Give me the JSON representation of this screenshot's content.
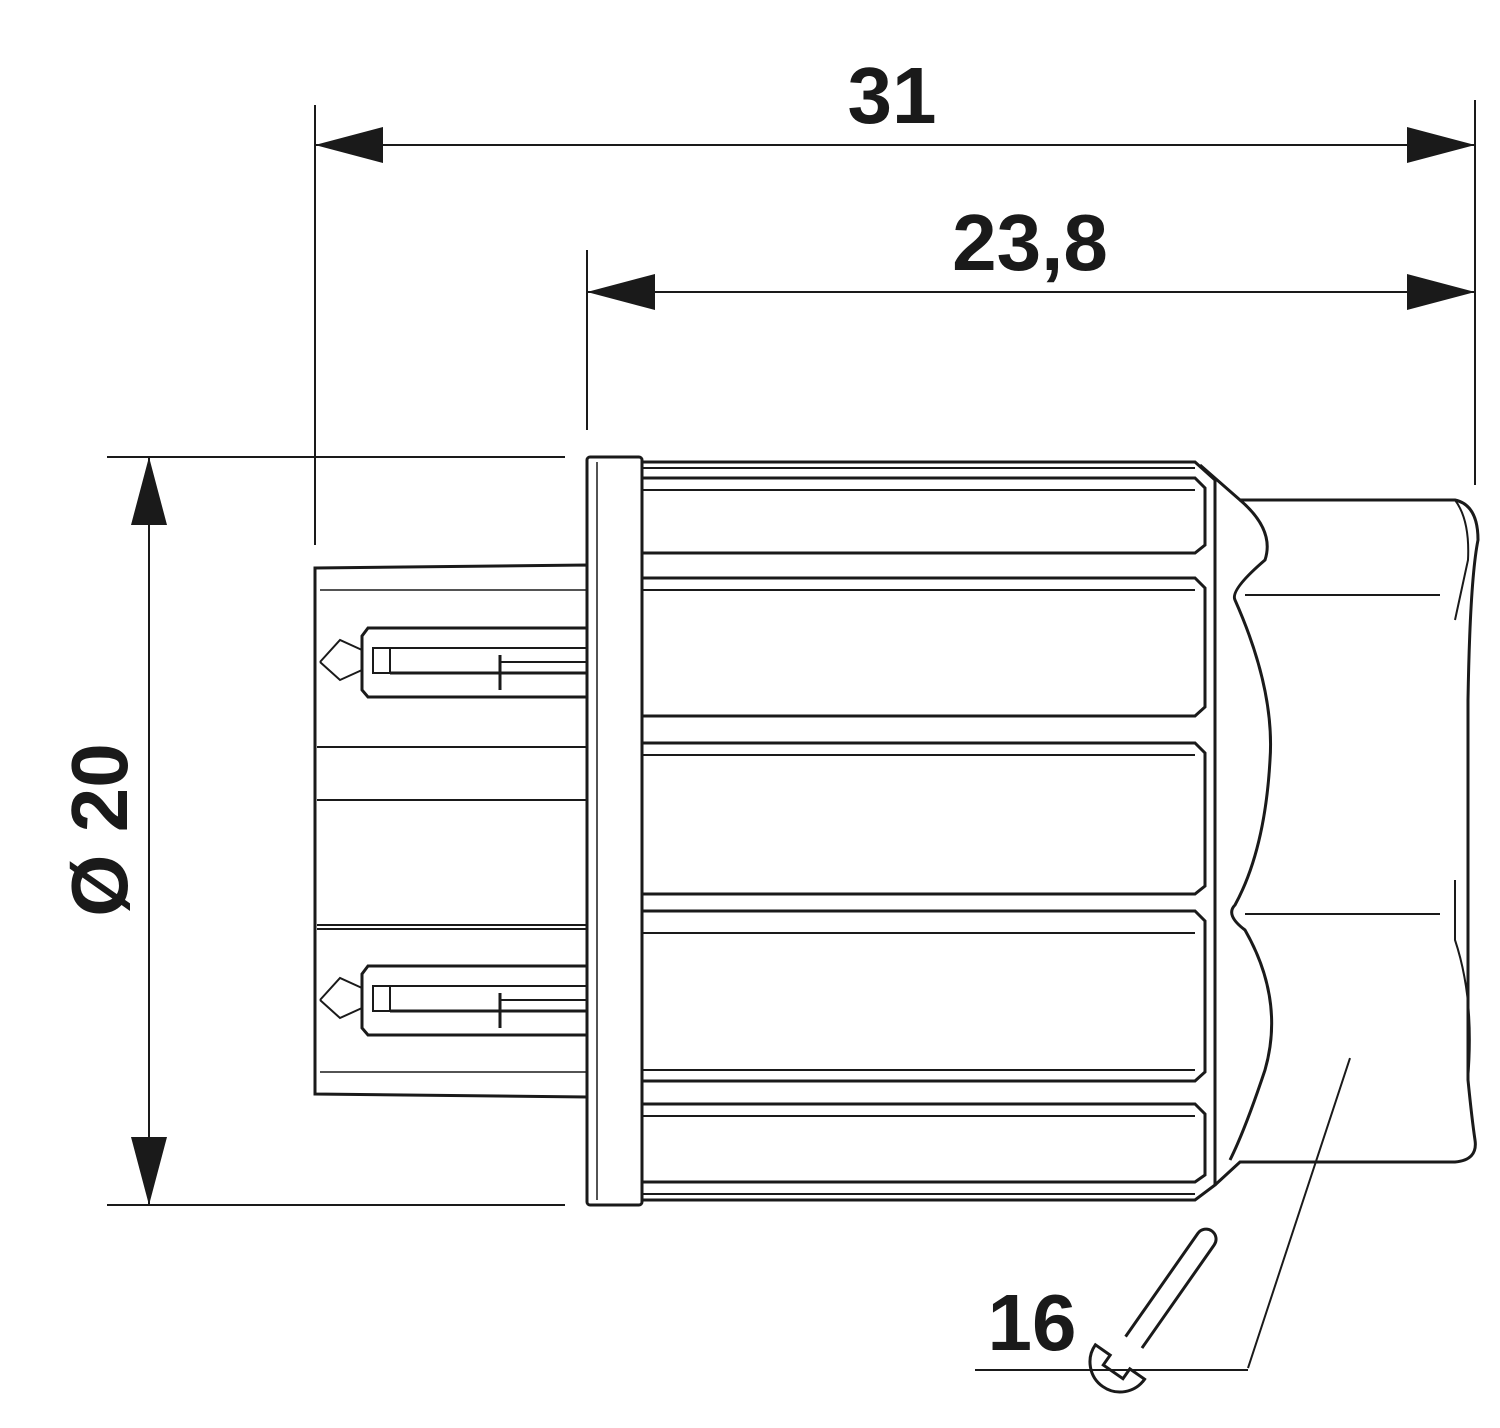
{
  "dimensions": {
    "overall_length": "31",
    "body_length": "23,8",
    "diameter": "Ø 20",
    "wrench_size": "16"
  },
  "colors": {
    "line": "#1a1a1a",
    "background": "#ffffff"
  },
  "icons": [
    "wrench-icon"
  ]
}
